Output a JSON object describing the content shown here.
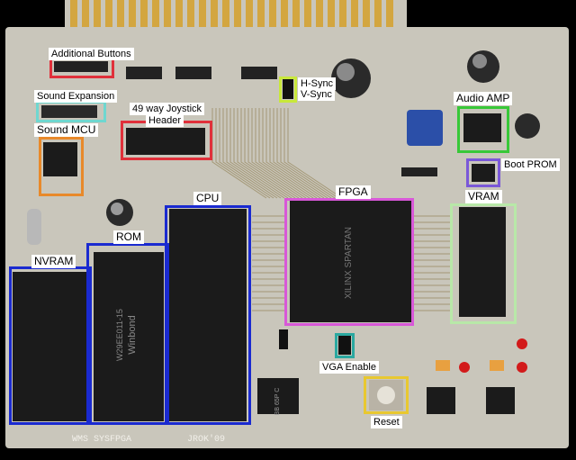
{
  "board": {
    "silkscreen_left": "WMS SYSFPGA",
    "silkscreen_right": "JROK'09",
    "colors": {
      "pcb": "#c9c6bb",
      "gold": "#d3a640",
      "chip": "#1b1b1b"
    }
  },
  "chip_marks": {
    "fpga_brand": "XILINX SPARTAN",
    "rom_brand": "Winbond",
    "rom_part": "W29EE011-15",
    "vreg_marks": "BB 65P C"
  },
  "labels": {
    "additional_buttons": "Additional Buttons",
    "sound_expansion": "Sound Expansion",
    "sound_mcu": "Sound MCU",
    "joystick_line1": "49 way Joystick",
    "joystick_line2": "Header",
    "hsync": "H-Sync",
    "vsync": "V-Sync",
    "audio_amp": "Audio AMP",
    "boot_prom": "Boot PROM",
    "fpga": "FPGA",
    "vram": "VRAM",
    "cpu": "CPU",
    "rom": "ROM",
    "nvram": "NVRAM",
    "vga_enable": "VGA Enable",
    "reset": "Reset"
  },
  "highlight_colors": {
    "additional_buttons": "#e0303a",
    "sound_expansion": "#6fd7d0",
    "sound_mcu": "#e8892a",
    "joystick": "#e0303a",
    "sync": "#c8e83a",
    "audio_amp": "#38c838",
    "boot_prom": "#7a58d8",
    "fpga": "#d858d8",
    "vram": "#b8e8a8",
    "cpu": "#1a2ad0",
    "rom": "#1a2ad0",
    "nvram": "#1a2ad0",
    "vga_enable": "#2aa8a0",
    "reset": "#e8c830"
  }
}
